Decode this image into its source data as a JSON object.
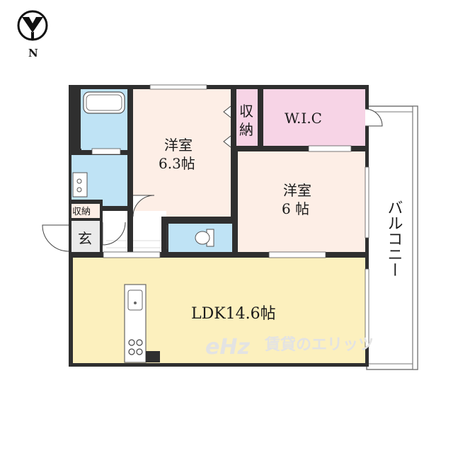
{
  "compass": {
    "label": "N"
  },
  "rooms": {
    "western_room_1": {
      "name": "洋室",
      "size": "6.3帖"
    },
    "western_room_2": {
      "name": "洋室",
      "size": "6 帖"
    },
    "storage_1": {
      "label_line1": "収",
      "label_line2": "納"
    },
    "wic": {
      "label": "W.I.C"
    },
    "storage_entry": {
      "label": "収納"
    },
    "entrance": {
      "label": "玄"
    },
    "ldk": {
      "label": "LDK14.6帖"
    },
    "balcony": {
      "label": "バルコニー"
    }
  },
  "watermark": {
    "logo": "eHz",
    "text": "賃貸のエリッツ"
  },
  "colors": {
    "ldk": "#fcf0be",
    "wet": "#bfe3f5",
    "wic": "#f7d4e6",
    "room": "#fdeee6",
    "wall": "#2f2f2f"
  }
}
